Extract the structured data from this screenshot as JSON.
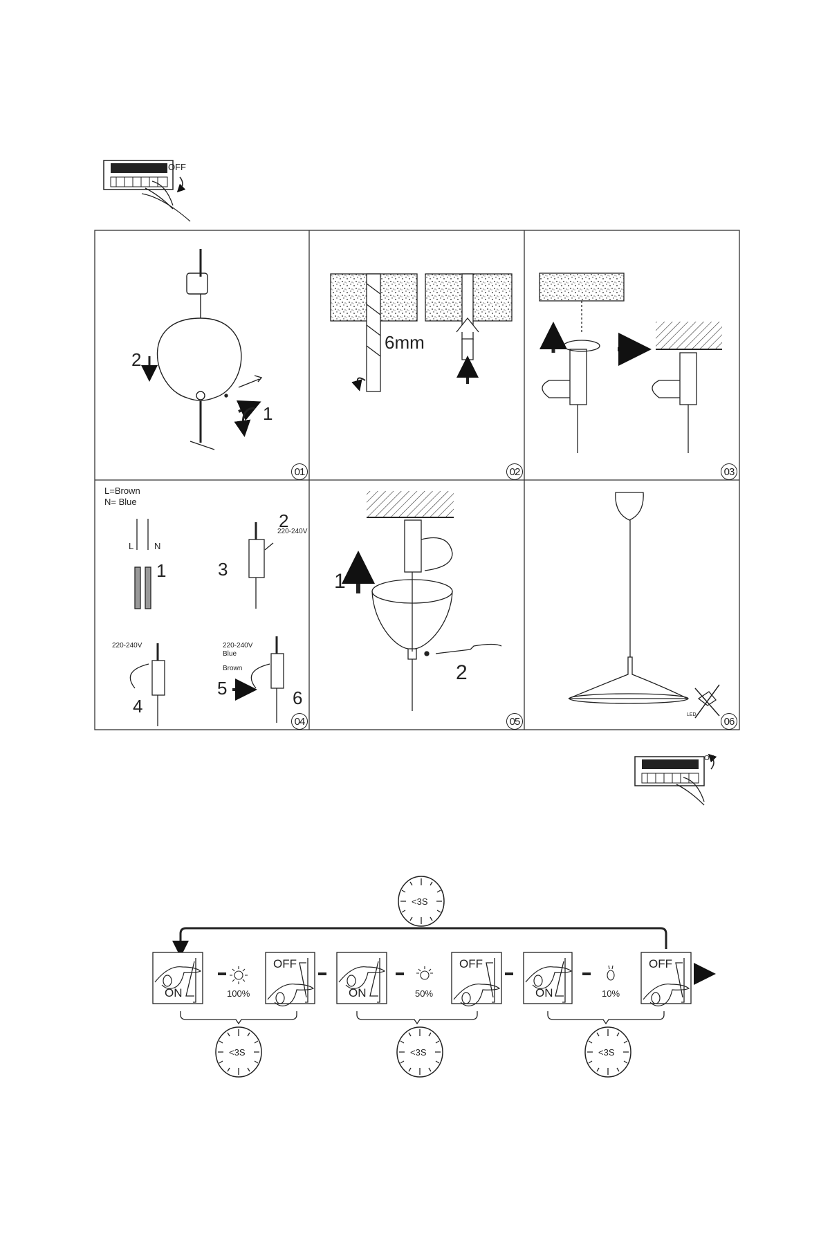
{
  "switch_off_icon": {
    "label": "OFF"
  },
  "switch_on_icon": {
    "label": "ON"
  },
  "panels": [
    {
      "number": "01",
      "labels": {
        "step_2": "2",
        "step_1": "1"
      }
    },
    {
      "number": "02",
      "labels": {
        "drill_size": "6mm"
      }
    },
    {
      "number": "03",
      "labels": {}
    },
    {
      "number": "04",
      "labels": {
        "legend_l": "L=Brown",
        "legend_n": "N= Blue",
        "wire_l": "L",
        "wire_n": "N",
        "step_1": "1",
        "step_2": "2",
        "voltage_a": "220-240V",
        "step_3": "3",
        "voltage_b": "220-240V",
        "step_4": "4",
        "voltage_c": "220-240V",
        "blue": "Blue",
        "brown": "Brown",
        "step_5": "5",
        "step_6": "6"
      }
    },
    {
      "number": "05",
      "labels": {
        "step_1": "1",
        "step_2": "2"
      }
    },
    {
      "number": "06",
      "labels": {
        "led": "LED"
      }
    }
  ],
  "dimming": {
    "top_timer": "<3S",
    "on_label": "ON",
    "off_label": "OFF",
    "levels": [
      "100%",
      "50%",
      "10%"
    ],
    "timers": [
      "<3S",
      "<3S",
      "<3S"
    ]
  }
}
